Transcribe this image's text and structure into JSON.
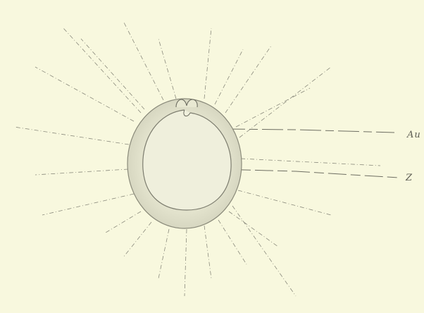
{
  "figure": {
    "labels": [
      {
        "id": "au",
        "text": "Au"
      },
      {
        "id": "z",
        "text": "Z"
      }
    ]
  }
}
